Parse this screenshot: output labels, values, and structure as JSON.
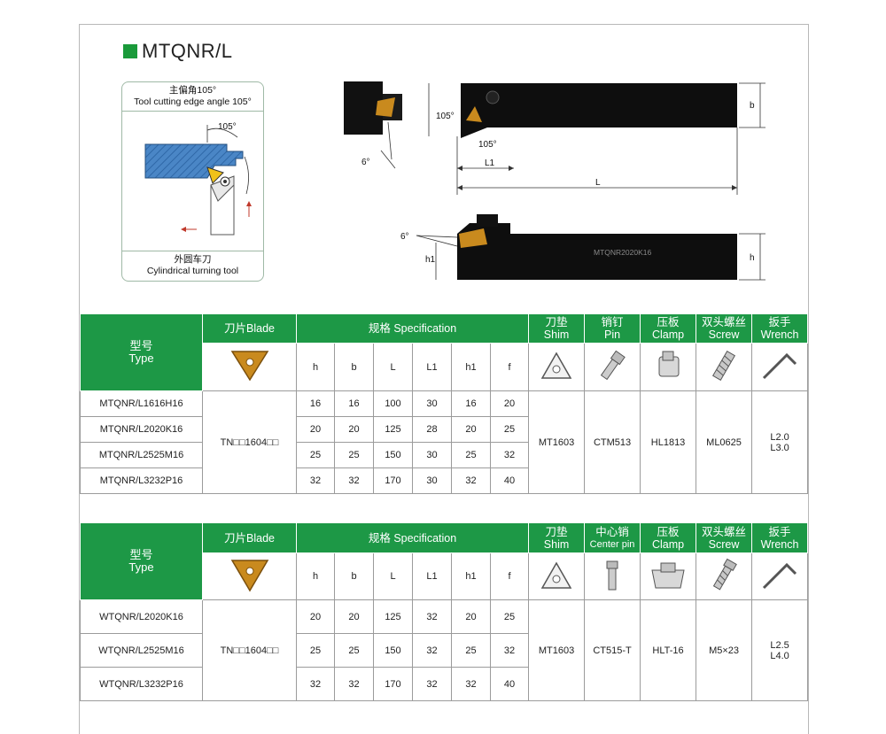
{
  "title": "MTQNR/L",
  "schematic": {
    "top_zh": "主偏角105°",
    "top_en": "Tool cutting edge angle 105°",
    "angle": "105°",
    "bottom_zh": "外圆车刀",
    "bottom_en": "Cylindrical turning tool"
  },
  "drawing": {
    "angle_a": "105°",
    "angle_b": "105°",
    "angle_c": "6°",
    "angle_d": "6°",
    "dim_b": "b",
    "dim_L1": "L1",
    "dim_L": "L",
    "dim_h": "h",
    "dim_h1": "h1",
    "marking": "MTQNR2020K16"
  },
  "headers": {
    "type_zh": "型号",
    "type_en": "Type",
    "blade": "刀片Blade",
    "spec": "规格 Specification",
    "shim_zh": "刀垫",
    "shim_en": "Shim",
    "pin_zh": "销钉",
    "pin_en": "Pin",
    "centerpin_zh": "中心销",
    "centerpin_en": "Center pin",
    "clamp_zh": "压板",
    "clamp_en": "Clamp",
    "screw_zh": "双头螺丝",
    "screw_en": "Screw",
    "wrench_zh": "扳手",
    "wrench_en": "Wrench",
    "cols": [
      "h",
      "b",
      "L",
      "L1",
      "h1",
      "f"
    ]
  },
  "table1": {
    "blade": "TN□□1604□□",
    "shim": "MT1603",
    "pin": "CTM513",
    "clamp": "HL1813",
    "screw": "ML0625",
    "wrench1": "L2.0",
    "wrench2": "L3.0",
    "rows": [
      {
        "model": "MTQNR/L1616H16",
        "v": [
          "16",
          "16",
          "100",
          "30",
          "16",
          "20"
        ]
      },
      {
        "model": "MTQNR/L2020K16",
        "v": [
          "20",
          "20",
          "125",
          "28",
          "20",
          "25"
        ]
      },
      {
        "model": "MTQNR/L2525M16",
        "v": [
          "25",
          "25",
          "150",
          "30",
          "25",
          "32"
        ]
      },
      {
        "model": "MTQNR/L3232P16",
        "v": [
          "32",
          "32",
          "170",
          "30",
          "32",
          "40"
        ]
      }
    ]
  },
  "table2": {
    "blade": "TN□□1604□□",
    "shim": "MT1603",
    "pin": "CT515-T",
    "clamp": "HLT-16",
    "screw": "M5×23",
    "wrench1": "L2.5",
    "wrench2": "L4.0",
    "rows": [
      {
        "model": "WTQNR/L2020K16",
        "v": [
          "20",
          "20",
          "125",
          "32",
          "20",
          "25"
        ]
      },
      {
        "model": "WTQNR/L2525M16",
        "v": [
          "25",
          "25",
          "150",
          "32",
          "25",
          "32"
        ]
      },
      {
        "model": "WTQNR/L3232P16",
        "v": [
          "32",
          "32",
          "170",
          "32",
          "32",
          "40"
        ]
      }
    ]
  },
  "colors": {
    "header_green": "#1d9846",
    "insert_gold": "#c98a1e",
    "schematic_blue": "#3f7fc1"
  }
}
